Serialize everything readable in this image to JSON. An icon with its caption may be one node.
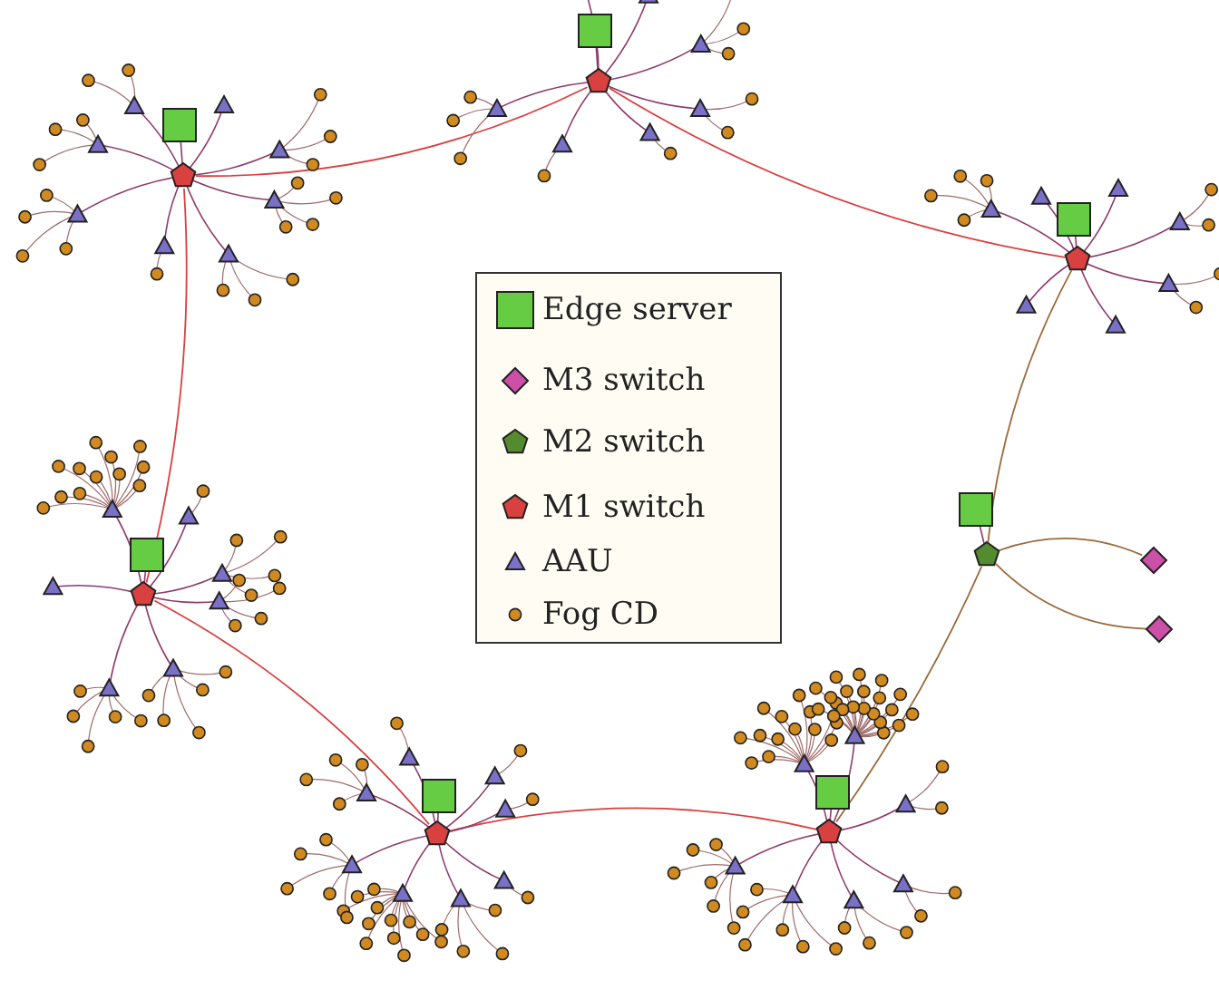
{
  "diagram": {
    "nodes": [
      {
        "text": [],
        "shape": "pentagon"
      },
      {
        "text": [],
        "shape": "pentagon"
      },
      {
        "text": [],
        "shape": "pentagon"
      },
      {
        "text": [],
        "shape": "pentagon"
      },
      {
        "text": [],
        "shape": "diamond"
      },
      {
        "text": [],
        "shape": "pentagon"
      },
      {
        "text": [],
        "shape": "diamond"
      },
      {
        "text": [],
        "shape": "pentagon"
      },
      {
        "text": [],
        "shape": "pentagon"
      }
    ],
    "edges": [
      {
        "from": 1,
        "to": 0,
        "arrow": "none"
      },
      {
        "from": 0,
        "to": 2,
        "arrow": "none"
      },
      {
        "from": 1,
        "to": 5,
        "arrow": "none"
      },
      {
        "from": 5,
        "to": 8,
        "arrow": "none"
      },
      {
        "from": 8,
        "to": 7,
        "arrow": "none"
      },
      {
        "from": 7,
        "to": 3,
        "arrow": "none",
        "color": "#9a6a3a"
      },
      {
        "from": 3,
        "to": 2,
        "arrow": "none",
        "color": "#9a6a3a"
      },
      {
        "from": 3,
        "to": 4,
        "arrow": "none",
        "color": "#9a6a3a"
      },
      {
        "from": 3,
        "to": 6,
        "arrow": "none",
        "color": "#9a6a3a"
      }
    ],
    "legend": [
      {
        "text": "Edge server",
        "color": "#66cc44"
      },
      {
        "text": "M3 switch",
        "color": "#cc4fa8"
      },
      {
        "text": "M2 switch",
        "color": "#558b2f"
      },
      {
        "text": "M1 switch",
        "color": "#d94040"
      },
      {
        "text": "AAU",
        "color": "#7b70c8"
      },
      {
        "text": "Fog CD",
        "color": "#d08a20"
      }
    ]
  }
}
